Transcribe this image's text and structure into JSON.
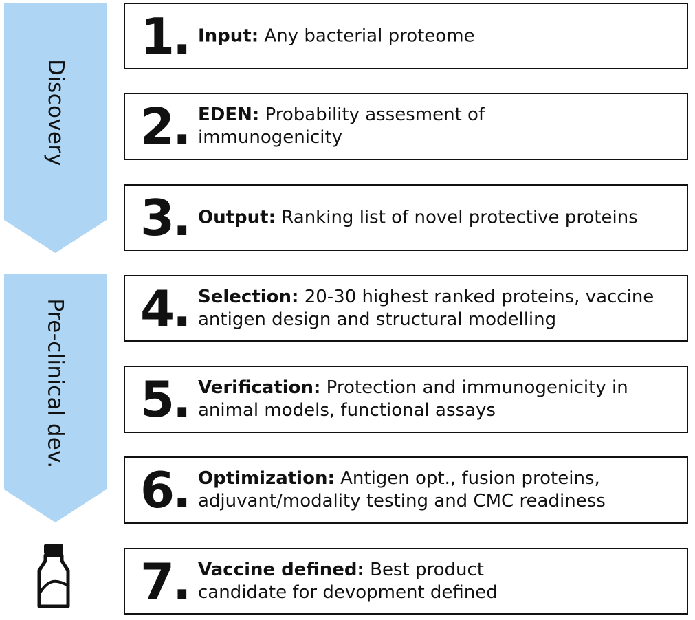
{
  "colors": {
    "arrow_fill": "#aed6f4",
    "border": "#111111",
    "text": "#111111"
  },
  "phases": [
    {
      "label": "Discovery"
    },
    {
      "label": "Pre-clinical dev."
    }
  ],
  "steps": [
    {
      "number": "1.",
      "heading": "Input:",
      "text": " Any bacterial proteome"
    },
    {
      "number": "2.",
      "heading": "EDEN:",
      "text": " Probability assesment of immunogenicity"
    },
    {
      "number": "3.",
      "heading": "Output:",
      "text": " Ranking list of novel protective proteins"
    },
    {
      "number": "4.",
      "heading": "Selection:",
      "text": " 20-30 highest ranked proteins, vaccine antigen design and structural modelling"
    },
    {
      "number": "5.",
      "heading": "Verification:",
      "text": " Protection and immunogenicity in animal models, functional assays"
    },
    {
      "number": "6.",
      "heading": "Optimization:",
      "text": " Antigen opt., fusion proteins, adjuvant/modality testing and CMC readiness"
    },
    {
      "number": "7.",
      "heading": "Vaccine defined:",
      "text": " Best product candidate for devopment defined"
    }
  ],
  "icons": {
    "final": "vaccine-bottle-icon"
  }
}
